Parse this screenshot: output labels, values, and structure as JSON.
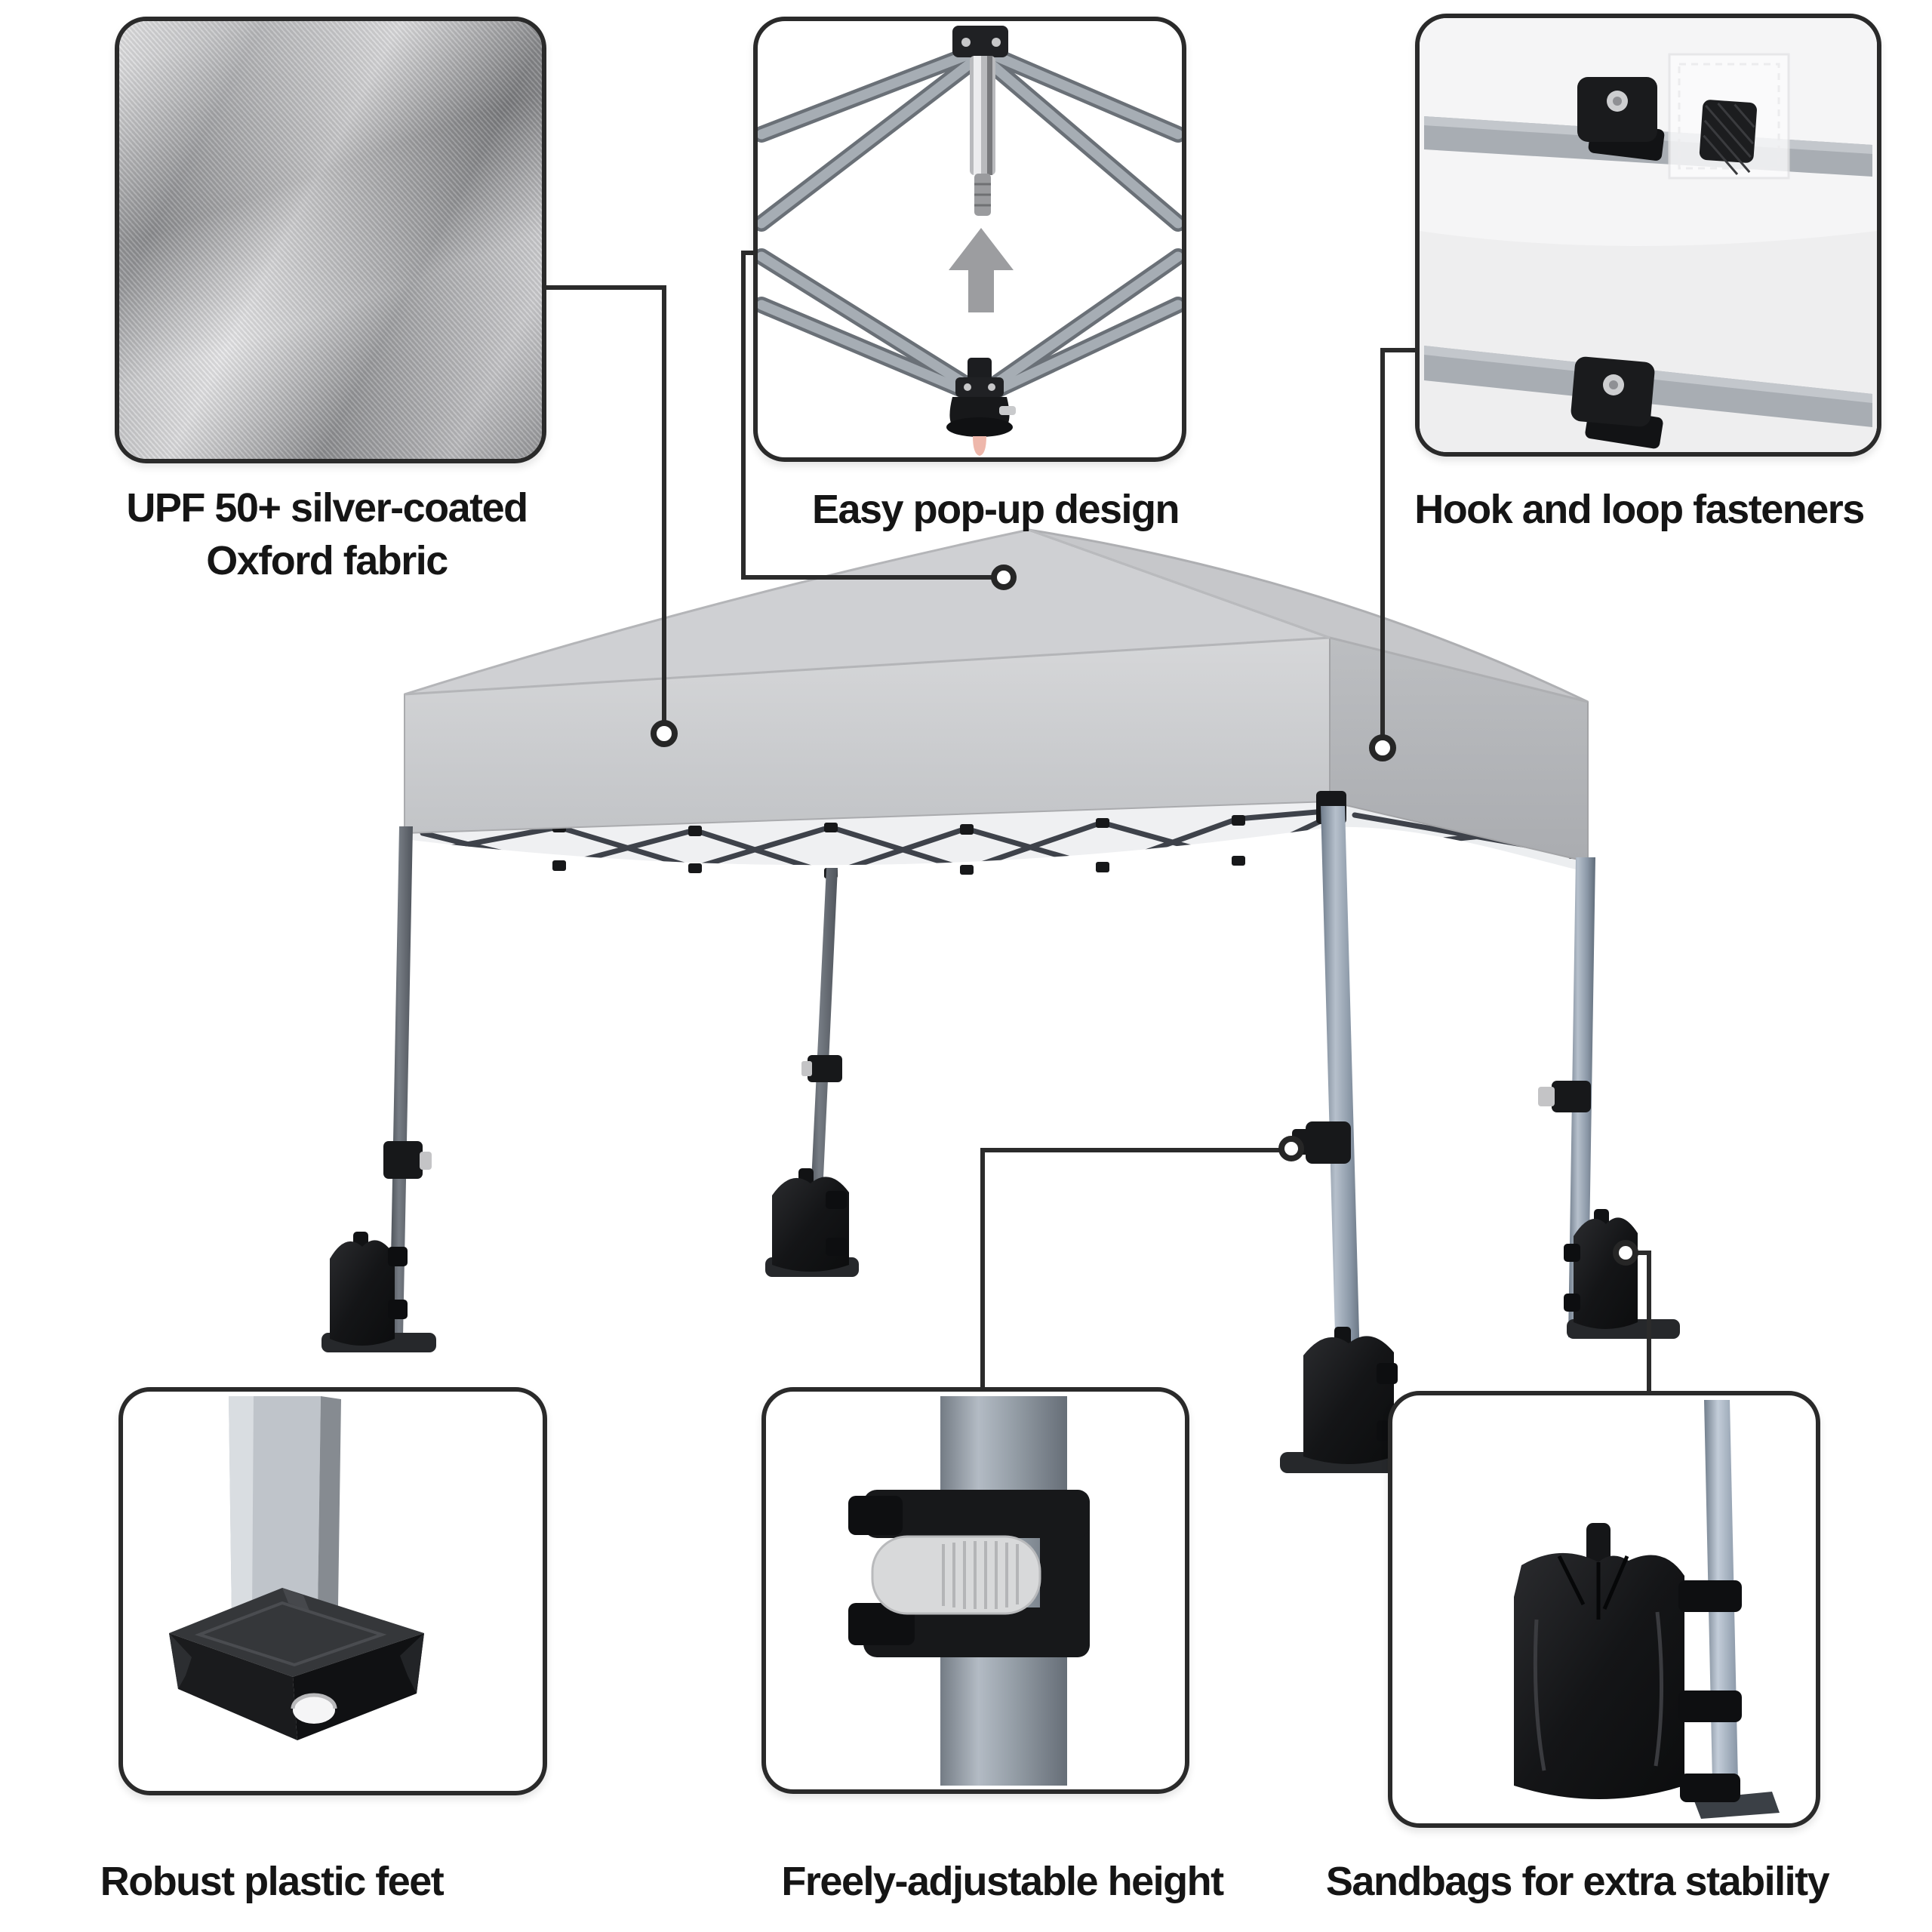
{
  "page": {
    "kind": "product feature infographic",
    "subject": "pop-up canopy tent with annotated features"
  },
  "palette": {
    "background": "#ffffff",
    "line_and_border": "#2a2a2a",
    "caption_text": "#151515",
    "canopy_gray": "#cdced1",
    "valance_gray": "#bfc1c4",
    "underside_white": "#eff0f2",
    "truss_dark": "#3e424a",
    "leg_dark": "#5d636b",
    "leg_light": "#8b98a7",
    "sandbag_black": "#1b1c1e",
    "clamp_black": "#17181a"
  },
  "callouts": [
    {
      "id": "fabric",
      "lines": [
        "UPF 50+ silver-coated",
        "Oxford fabric"
      ],
      "marker": "canopy fabric"
    },
    {
      "id": "popup",
      "lines": [
        "Easy pop-up design"
      ],
      "marker": "canopy peak"
    },
    {
      "id": "hook",
      "lines": [
        "Hook and loop fasteners"
      ],
      "marker": "canopy valance"
    },
    {
      "id": "feet",
      "lines": [
        "Robust plastic feet"
      ],
      "marker": "leg foot"
    },
    {
      "id": "height",
      "lines": [
        "Freely-adjustable height"
      ],
      "marker": "leg clamp"
    },
    {
      "id": "sandbag",
      "lines": [
        "Sandbags for extra stability"
      ],
      "marker": "leg sandbag"
    }
  ]
}
